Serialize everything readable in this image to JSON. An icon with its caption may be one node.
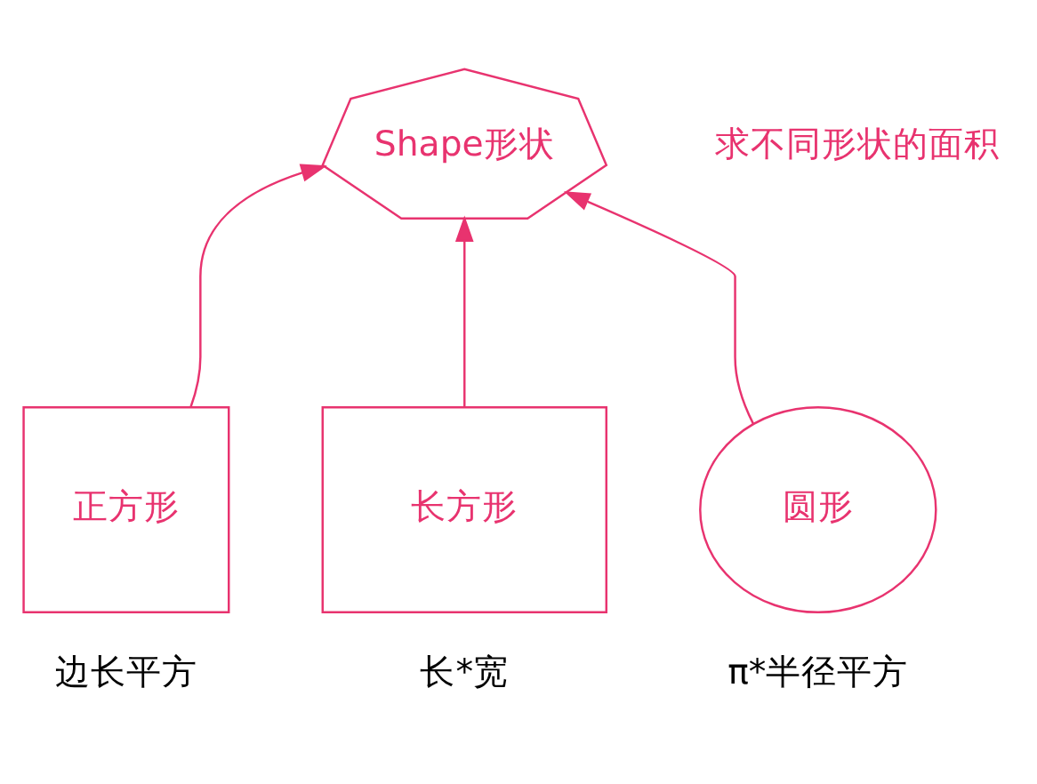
{
  "diagram": {
    "nodes": [
      {
        "text": [
          "Shape形状"
        ]
      },
      {
        "text": [
          "正方形"
        ],
        "beside": [
          "边长平方"
        ]
      },
      {
        "text": [
          "长方形"
        ],
        "beside": [
          "长*宽"
        ]
      },
      {
        "text": [
          "圆形"
        ],
        "beside": [
          "π*半径平方"
        ]
      }
    ],
    "edges": [
      {
        "from": 1,
        "to": 0,
        "arrow": "to"
      },
      {
        "from": 2,
        "to": 0,
        "arrow": "to"
      },
      {
        "from": 3,
        "to": 0,
        "arrow": "to"
      }
    ],
    "labels": [
      "求不同形状的面积"
    ]
  }
}
